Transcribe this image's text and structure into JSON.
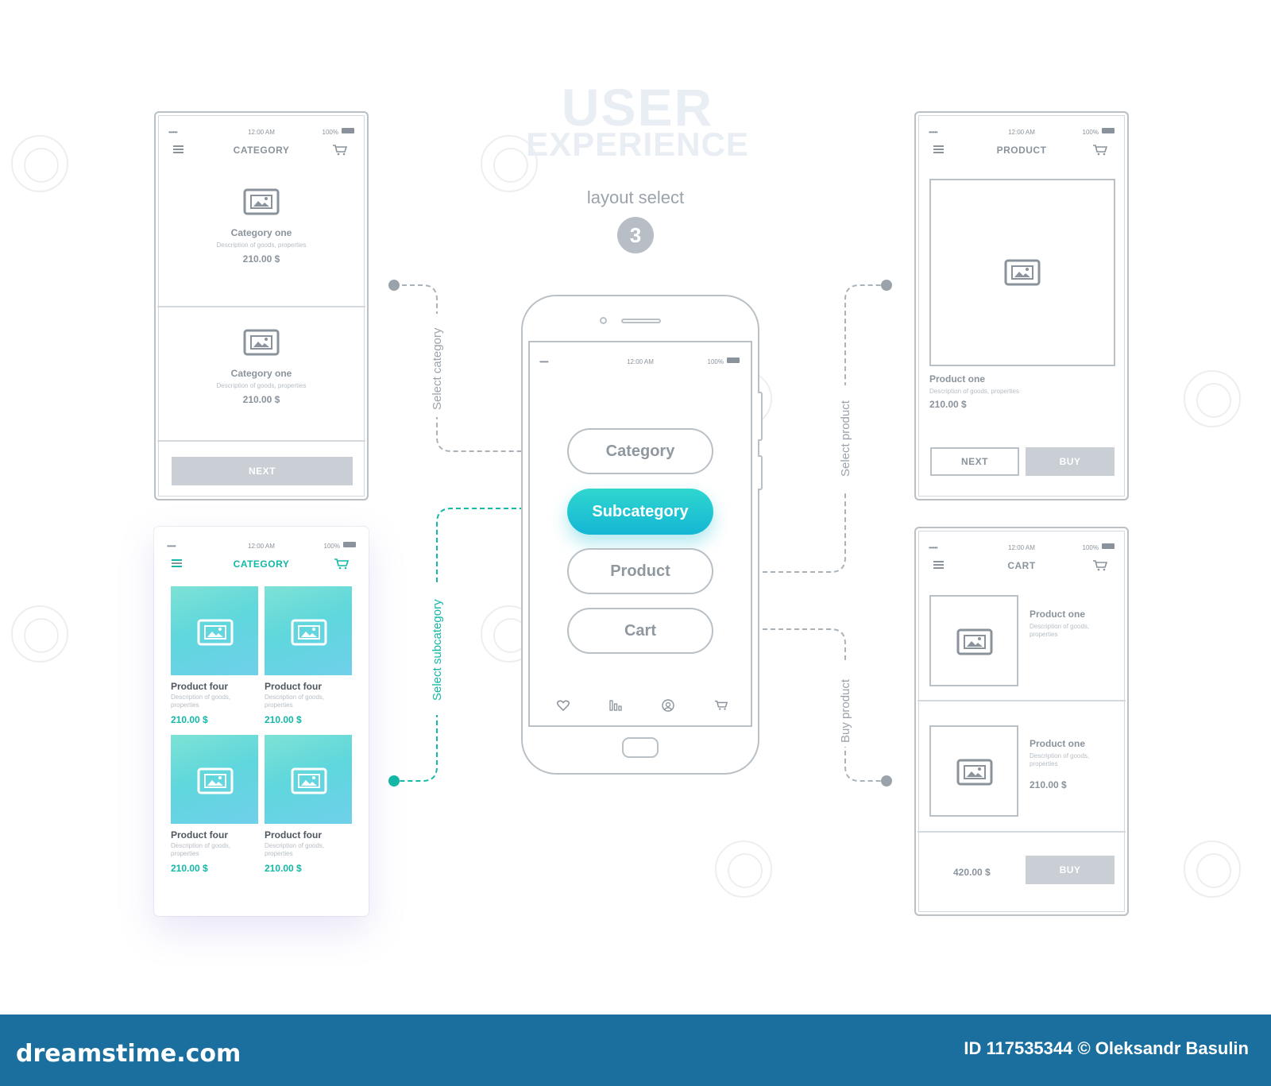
{
  "colors": {
    "accent_teal": "#13b8a6",
    "accent_gradient_top": "#2fd7cf",
    "accent_gradient_bottom": "#14b6d4",
    "wire_gray": "#b9c0c6",
    "text_gray": "#8a939c",
    "footer_blue": "#1a6f9e"
  },
  "title": {
    "line1": "USER",
    "line2": "EXPERIENCE",
    "layout_label": "layout select",
    "step": "3"
  },
  "status_bar": {
    "signal": "•••••• ",
    "time": "12:00 AM",
    "battery": "100%"
  },
  "screen_category": {
    "header": "CATEGORY",
    "items": [
      {
        "name": "Category one",
        "description": "Description of goods, properties",
        "price": "210.00 $"
      },
      {
        "name": "Category one",
        "description": "Description of goods, properties",
        "price": "210.00 $"
      }
    ],
    "button": "NEXT"
  },
  "screen_subcategory": {
    "header": "CATEGORY",
    "items": [
      {
        "name": "Product four",
        "description": "Description of goods, properties",
        "price": "210.00 $"
      },
      {
        "name": "Product four",
        "description": "Description of goods, properties",
        "price": "210.00 $"
      },
      {
        "name": "Product four",
        "description": "Description of goods, properties",
        "price": "210.00 $"
      },
      {
        "name": "Product four",
        "description": "Description of goods, properties",
        "price": "210.00 $"
      }
    ]
  },
  "screen_main": {
    "buttons": [
      "Category",
      "Subcategory",
      "Product",
      "Cart"
    ],
    "active_button": "Subcategory",
    "tab_icons": [
      "heart-icon",
      "bar-chart-icon",
      "profile-icon",
      "cart-icon"
    ]
  },
  "screen_product": {
    "header": "PRODUCT",
    "name": "Product one",
    "description": "Description of goods, properties",
    "price": "210.00 $",
    "button_next": "NEXT",
    "button_buy": "BUY"
  },
  "screen_cart": {
    "header": "CART",
    "items": [
      {
        "name": "Product one",
        "description": "Description of goods, properties",
        "price": ""
      },
      {
        "name": "Product one",
        "description": "Description of goods, properties",
        "price": "210.00 $"
      }
    ],
    "total": "420.00 $",
    "button_buy": "BUY"
  },
  "connectors": {
    "select_category": "Select category",
    "select_subcategory": "Select subcategory",
    "select_product": "Select product",
    "buy_product": "Buy product"
  },
  "footer": {
    "logo": "dreamstime.com",
    "credit": "ID 117535344 © Oleksandr Basulin"
  }
}
